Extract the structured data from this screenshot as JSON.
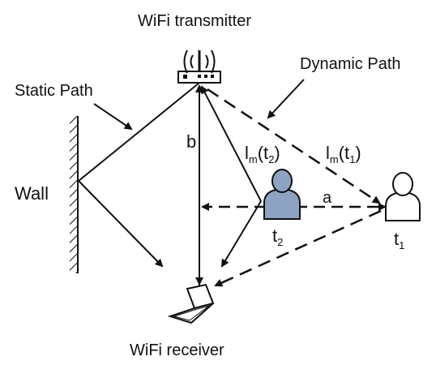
{
  "labels": {
    "transmitter": "WiFi transmitter",
    "receiver": "WiFi receiver",
    "dynamic_path": "Dynamic Path",
    "static_path": "Static Path",
    "wall": "Wall",
    "b": "b",
    "a": "a",
    "lm_t2": {
      "base": "l",
      "sub_m": "m",
      "paren_open": "(t",
      "sub_t": "2",
      "paren_close": ")"
    },
    "lm_t1": {
      "base": "l",
      "sub_m": "m",
      "paren_open": "(t",
      "sub_t": "1",
      "paren_close": ")"
    },
    "t2": {
      "base": "t",
      "sub": "2"
    },
    "t1": {
      "base": "t",
      "sub": "1"
    }
  },
  "icons": {
    "transmitter": "router-icon",
    "receiver": "laptop-icon",
    "person_t2": "person-icon",
    "person_t1": "person-icon"
  },
  "colors": {
    "line": "#111111",
    "person_t2_fill": "#8ea3c2",
    "person_t1_fill": "#ffffff"
  }
}
